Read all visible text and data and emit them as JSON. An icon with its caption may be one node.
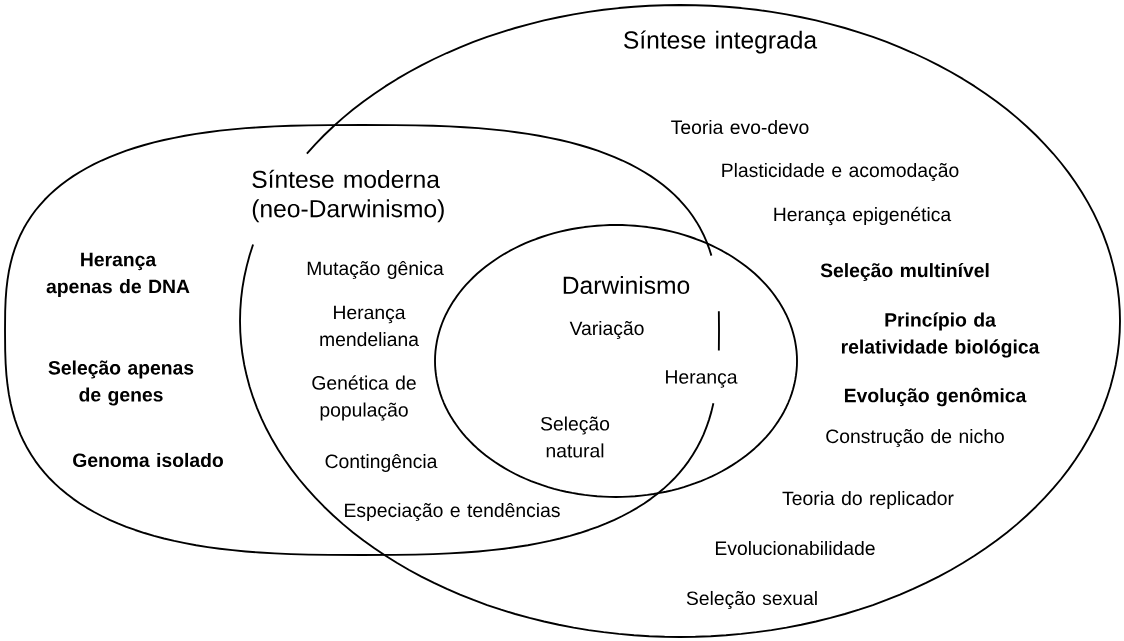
{
  "diagram": {
    "nodes": [
      {
        "text": [
          "Síntese integrada",
          "Teoria evo-devo",
          "Plasticidade e acomodação",
          "Herança epigenética",
          "Seleção multinível",
          "Princípio da relatividade biológica",
          "Evolução genômica",
          "Construção de nicho",
          "Teoria do replicador",
          "Evolucionabilidade",
          "Seleção sexual"
        ]
      },
      {
        "text": [
          "Síntese moderna (neo-Darwinismo)",
          "Herança apenas de DNA",
          "Seleção apenas de genes",
          "Genoma isolado",
          "Mutação gênica",
          "Herança mendeliana",
          "Genética de população",
          "Contingência",
          "Especiação e tendências"
        ]
      },
      {
        "text": [
          "Darwinismo",
          "Variação",
          "Herança",
          "Seleção natural"
        ],
        "in": 0
      }
    ]
  }
}
